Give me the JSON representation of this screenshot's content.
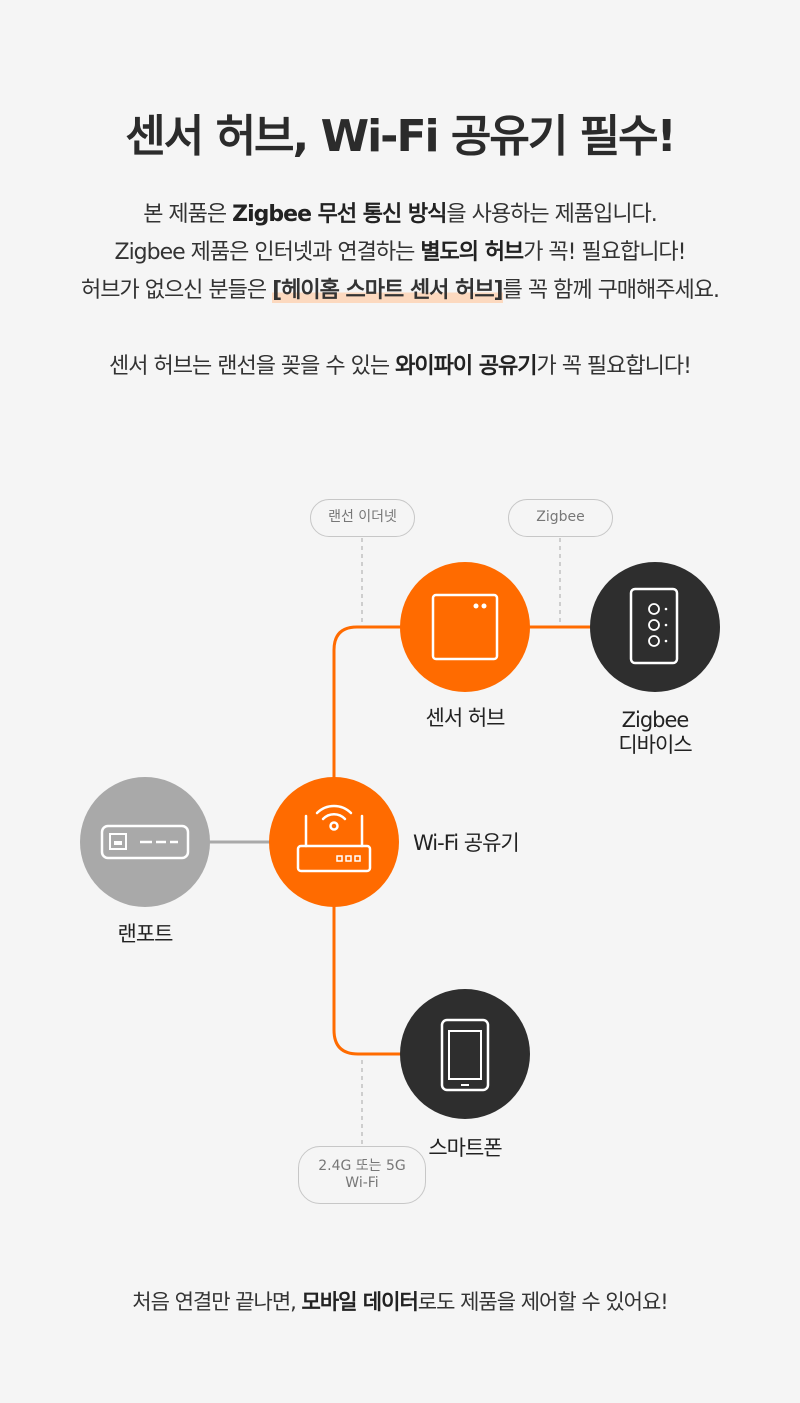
{
  "header": {
    "title": "센서 허브, Wi-Fi 공유기 필수!"
  },
  "intro": {
    "line1_pre": "본 제품은 ",
    "line1_bold": "Zigbee 무선 통신 방식",
    "line1_post": "을 사용하는 제품입니다.",
    "line2_pre": "Zigbee 제품은 인터넷과 연결하는 ",
    "line2_bold": "별도의 허브",
    "line2_post": "가 꼭! 필요합니다!",
    "line3_pre": "허브가 없으신 분들은 ",
    "line3_highlight": "[헤이홈 스마트 센서 허브]",
    "line3_post": "를 꼭 함께 구매해주세요.",
    "line4_pre": "센서 허브는 랜선을 꽂을 수 있는 ",
    "line4_bold": "와이파이 공유기",
    "line4_post": "가 꼭 필요합니다!"
  },
  "diagram": {
    "nodes": {
      "sensor_hub": {
        "label": "센서 허브",
        "icon": "hub-icon"
      },
      "zigbee_device": {
        "label_line1": "Zigbee",
        "label_line2": "디바이스",
        "icon": "switch-icon"
      },
      "wifi_router": {
        "label": "Wi-Fi 공유기",
        "icon": "router-icon"
      },
      "lan_port": {
        "label": "랜포트",
        "icon": "lan-port-icon"
      },
      "smartphone": {
        "label": "스마트폰",
        "icon": "smartphone-icon"
      }
    },
    "tags": {
      "ethernet": "랜선 이더넷",
      "zigbee": "Zigbee",
      "wifi_band_line1": "2.4G 또는 5G",
      "wifi_band_line2": "Wi-Fi"
    },
    "colors": {
      "accent": "#ff6b00",
      "dark": "#2e2e2e",
      "gray": "#a9a9a9"
    }
  },
  "footer": {
    "pre": "처음 연결만 끝나면, ",
    "bold": "모바일 데이터",
    "post": "로도 제품을 제어할 수 있어요!"
  }
}
